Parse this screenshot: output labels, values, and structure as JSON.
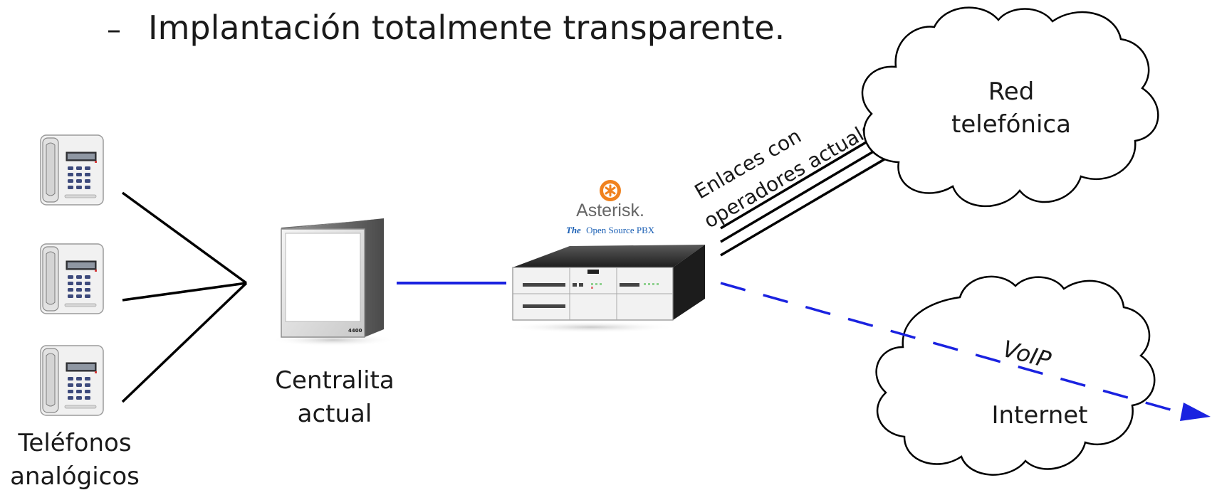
{
  "bullet": {
    "dash": "–",
    "text": "Implantación totalmente transparente."
  },
  "phones": {
    "label_line1": "Teléfonos",
    "label_line2": "analógicos",
    "count": 3
  },
  "pbx": {
    "label_line1": "Centralita",
    "label_line2": "actual",
    "model_tag": "4400"
  },
  "asterisk": {
    "brand": "Asterisk.",
    "the": "The",
    "tagline": "Open Source PBX",
    "accent": "#f0821e"
  },
  "trunks": {
    "line1": "Enlaces con",
    "line2": "operadores actuales"
  },
  "clouds": {
    "pstn_line1": "Red",
    "pstn_line2": "telefónica",
    "internet": "Internet"
  },
  "voip": {
    "label": "VoIP",
    "color": "#1a22e0"
  }
}
